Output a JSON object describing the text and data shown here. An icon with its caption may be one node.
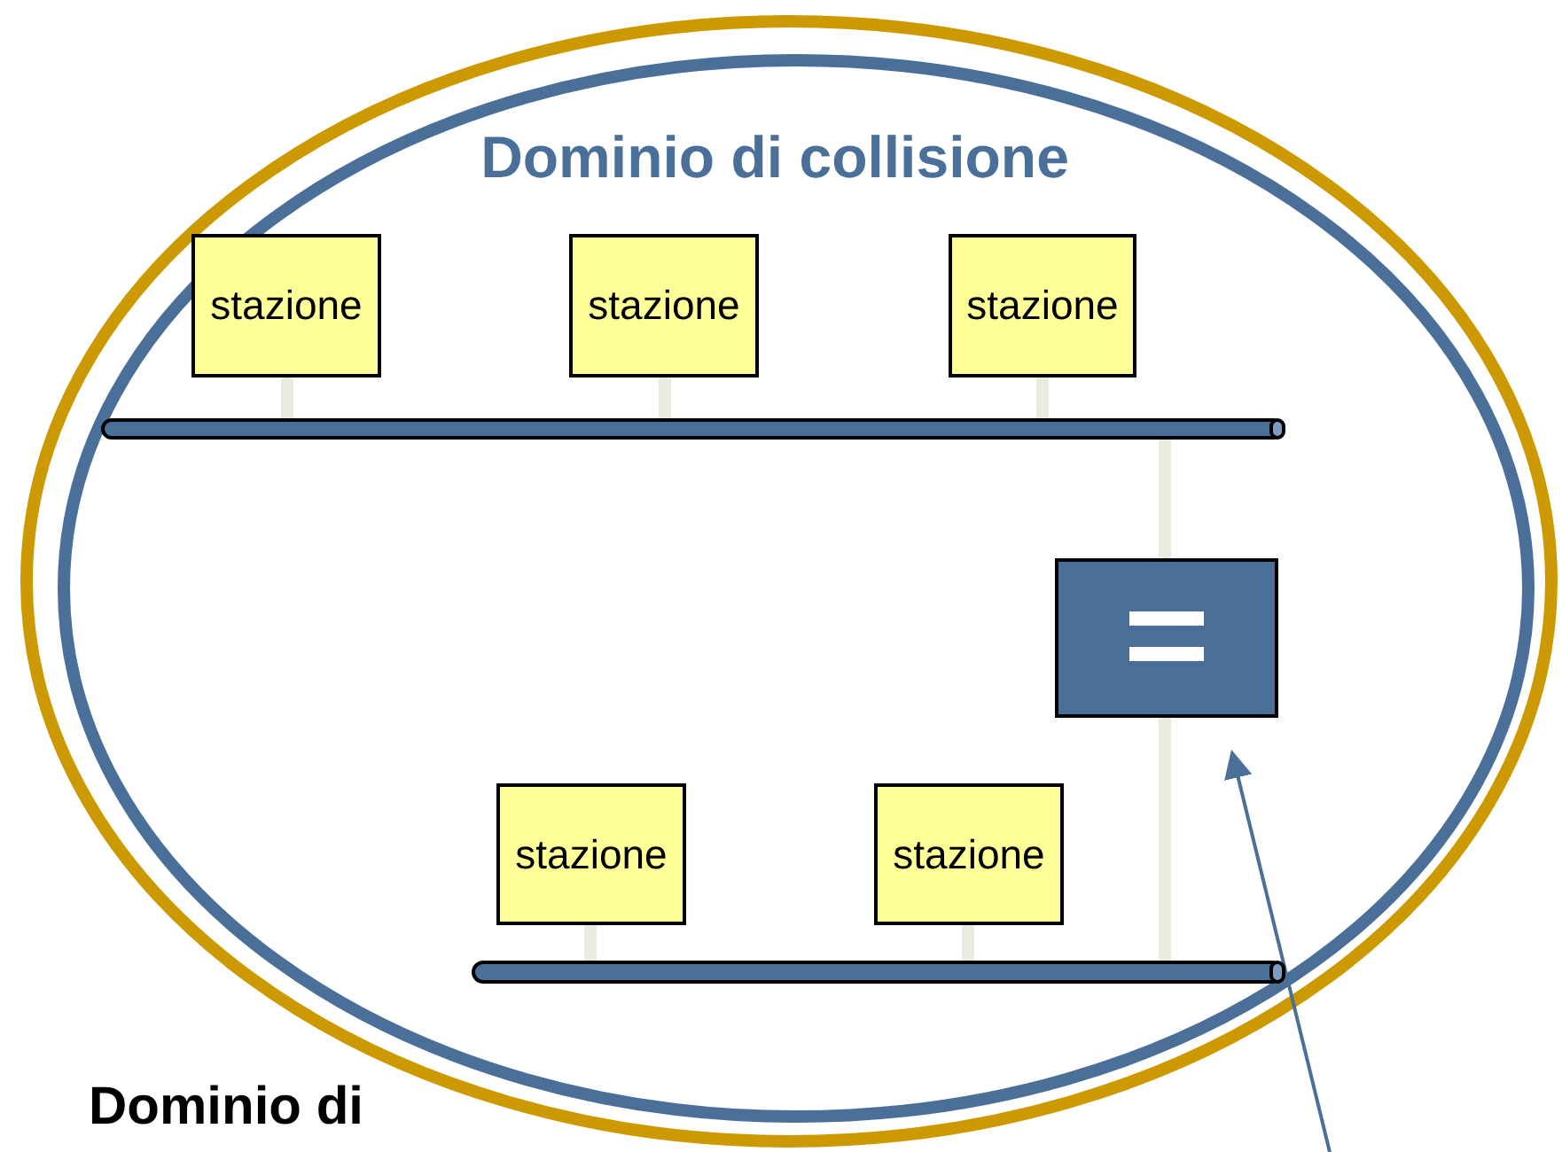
{
  "diagram": {
    "nodes": [
      {
        "text": [
          "Dominio di collisione"
        ]
      },
      {
        "text": [
          "stazione"
        ],
        "in": 0
      },
      {
        "text": [
          "stazione"
        ],
        "in": 0
      },
      {
        "text": [
          "stazione"
        ],
        "in": 0
      },
      {
        "text": [],
        "shape": "bar",
        "in": 0
      },
      {
        "text": [],
        "shape": "box",
        "in": 0
      },
      {
        "text": [
          "stazione"
        ],
        "in": 0
      },
      {
        "text": [
          "stazione"
        ],
        "in": 0
      },
      {
        "text": [],
        "shape": "bar",
        "in": 0
      }
    ],
    "edges": [
      {
        "from": 1,
        "to": 4,
        "arrow": "none"
      },
      {
        "from": 2,
        "to": 4,
        "arrow": "none"
      },
      {
        "from": 3,
        "to": 4,
        "arrow": "none"
      },
      {
        "from": 4,
        "to": 5,
        "arrow": "none"
      },
      {
        "from": 5,
        "to": 8,
        "arrow": "none"
      },
      {
        "from": 6,
        "to": 8,
        "arrow": "none"
      },
      {
        "from": 7,
        "to": 8,
        "arrow": "none"
      },
      {
        "from": null,
        "to": 5,
        "arrow": "to",
        "color": "#4a7099"
      }
    ],
    "labels": [
      "Dominio di"
    ]
  }
}
